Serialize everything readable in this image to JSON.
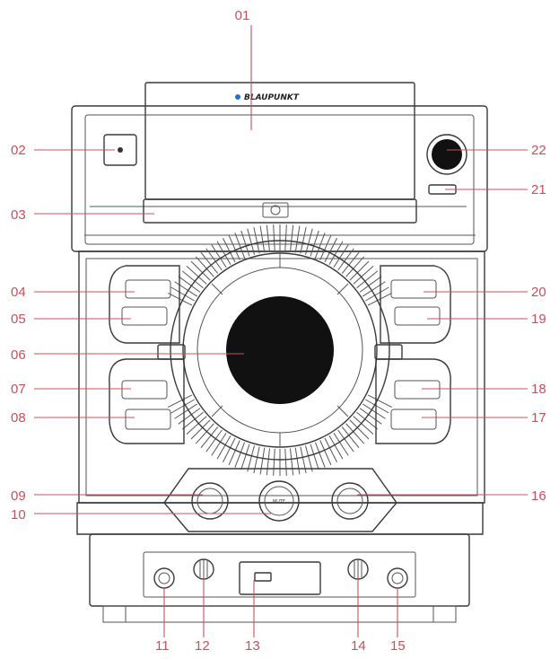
{
  "brand": {
    "name": "BLAUPUNKT",
    "dot_color": "#1e73d2"
  },
  "colors": {
    "callout": "#c8505c",
    "line": "#3a3a3a"
  },
  "callouts": [
    {
      "id": "01",
      "label": "01"
    },
    {
      "id": "02",
      "label": "02"
    },
    {
      "id": "03",
      "label": "03"
    },
    {
      "id": "04",
      "label": "04"
    },
    {
      "id": "05",
      "label": "05"
    },
    {
      "id": "06",
      "label": "06"
    },
    {
      "id": "07",
      "label": "07"
    },
    {
      "id": "08",
      "label": "08"
    },
    {
      "id": "09",
      "label": "09"
    },
    {
      "id": "10",
      "label": "10"
    },
    {
      "id": "11",
      "label": "11"
    },
    {
      "id": "12",
      "label": "12"
    },
    {
      "id": "13",
      "label": "13"
    },
    {
      "id": "14",
      "label": "14"
    },
    {
      "id": "15",
      "label": "15"
    },
    {
      "id": "16",
      "label": "16"
    },
    {
      "id": "17",
      "label": "17"
    },
    {
      "id": "18",
      "label": "18"
    },
    {
      "id": "19",
      "label": "19"
    },
    {
      "id": "20",
      "label": "20"
    },
    {
      "id": "21",
      "label": "21"
    },
    {
      "id": "22",
      "label": "22"
    }
  ],
  "buttons": {
    "mute": "MUTE"
  }
}
